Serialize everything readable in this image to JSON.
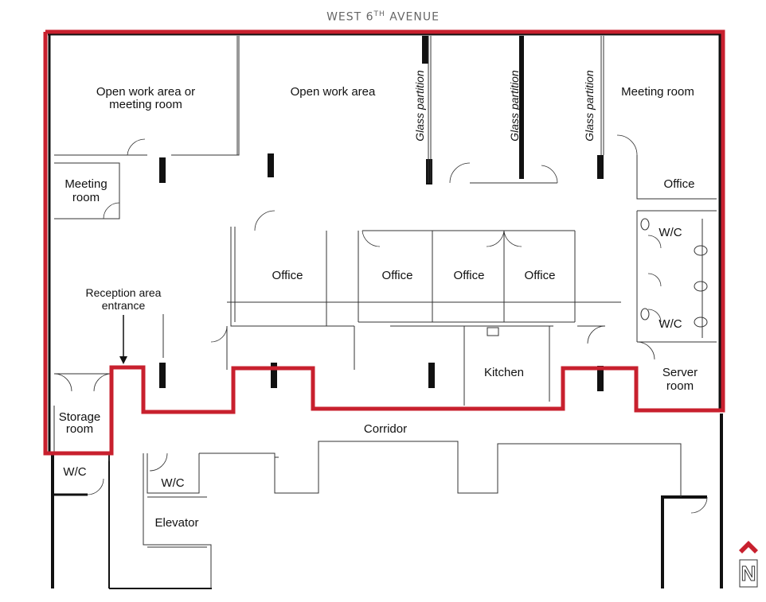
{
  "street": {
    "name_main": "WEST 6",
    "name_sup": "TH",
    "name_end": " AVENUE"
  },
  "rooms": {
    "open_work_or_meeting_1": "Open work area or",
    "open_work_or_meeting_2": "meeting room",
    "open_work": "Open work area",
    "glass_1": "Glass partition",
    "glass_2": "Glass partition",
    "glass_3": "Glass partition",
    "meeting_ne": "Meeting room",
    "meeting_w_1": "Meeting",
    "meeting_w_2": "room",
    "office_ne": "Office",
    "wc_upper": "W/C",
    "wc_lower": "W/C",
    "office_1": "Office",
    "office_2": "Office",
    "office_3": "Office",
    "office_4": "Office",
    "reception_1": "Reception area",
    "reception_2": "entrance",
    "kitchen": "Kitchen",
    "server_1": "Server",
    "server_2": "room",
    "storage_1": "Storage",
    "storage_2": "room",
    "corridor": "Corridor",
    "wc_sw": "W/C",
    "wc_core": "W/C",
    "elevator": "Elevator"
  },
  "colors": {
    "outline": "#c8202e",
    "walls": "#111111",
    "street_text": "#666666",
    "north_arrow": "#c8202e"
  },
  "compass": {
    "letter": "N",
    "icon": "north-arrow-icon"
  }
}
